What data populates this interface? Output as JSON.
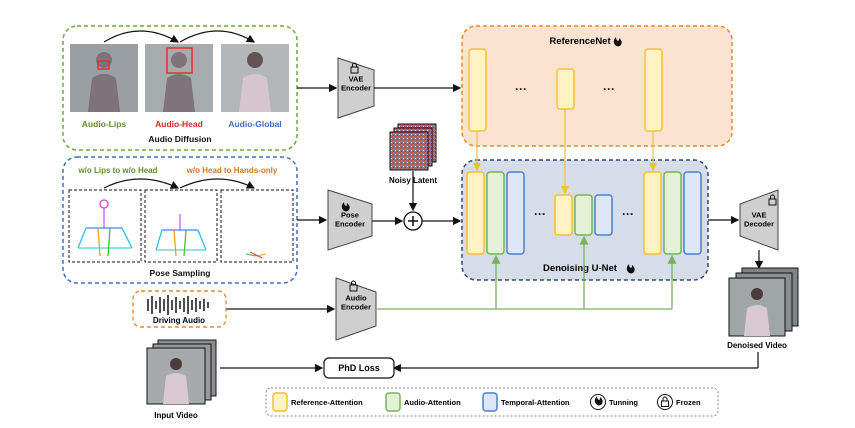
{
  "audio_diffusion": {
    "title": "Audio Diffusion",
    "labels": [
      {
        "text": "Audio-Lips",
        "color": "#5b8f2f"
      },
      {
        "text": "Audio-Head",
        "color": "#d62a2a"
      },
      {
        "text": "Audio-Global",
        "color": "#3b6fc4"
      }
    ]
  },
  "pose_sampling": {
    "title": "Pose Sampling",
    "labels": [
      {
        "text": "w/o Lips to w/o Head",
        "color": "#5b8f2f"
      },
      {
        "text": "w/o Head to Hands-only",
        "color": "#d07a1e"
      }
    ]
  },
  "modules": {
    "vae_encoder": "VAE\nEncoder",
    "pose_encoder": "Pose\nEncoder",
    "audio_encoder": "Audio\nEncoder",
    "vae_decoder": "VAE\nDecoder",
    "reference_net": "ReferenceNet",
    "denoising_unet": "Denoising U-Net",
    "phd_loss": "PhD Loss",
    "noisy_latent": "Noisy Latent",
    "driving_audio": "Driving Audio",
    "input_video": "Input Video",
    "denoised_video": "Denoised Video",
    "ellipsis": "···",
    "plus": "+"
  },
  "legend": [
    {
      "label": "Reference-Attention",
      "fill": "#fff3c4",
      "stroke": "#f2c230"
    },
    {
      "label": "Audio-Attention",
      "fill": "#e3f1d6",
      "stroke": "#77b25a"
    },
    {
      "label": "Temporal-Attention",
      "fill": "#dde7f7",
      "stroke": "#4f7fd0"
    },
    {
      "label": "Tunning",
      "icon": "fire-icon"
    },
    {
      "label": "Frozen",
      "icon": "lock-icon"
    }
  ],
  "colors": {
    "green_dashed": "#6aaa3a",
    "blue_dashed": "#3b6fc4",
    "orange_dashed": "#e58a2c",
    "reference_bg": "#fbe3d0",
    "unet_bg": "#d6dce8",
    "module_gray": "#cfcfcf"
  }
}
